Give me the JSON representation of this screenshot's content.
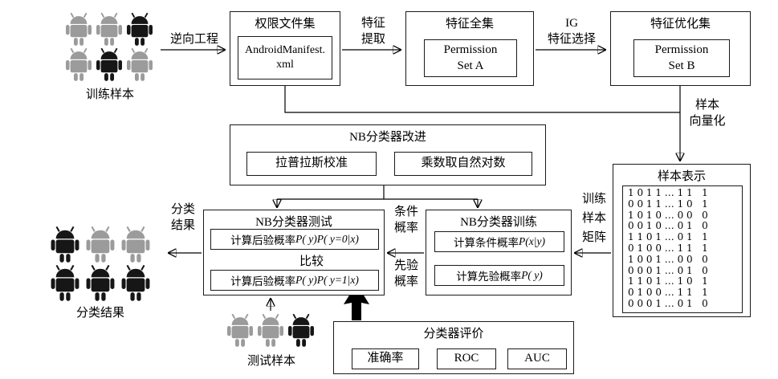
{
  "colors": {
    "android_gray": "#9b9b9b",
    "android_black": "#161616",
    "line": "#000000"
  },
  "clusters": {
    "train": {
      "label": "训练样本",
      "rows": [
        [
          "gray",
          "gray",
          "black"
        ],
        [
          "gray",
          "black",
          "gray"
        ]
      ]
    },
    "result": {
      "label": "分类结果",
      "rows": [
        [
          "black",
          "gray",
          "gray"
        ],
        [
          "black",
          "black",
          "black"
        ]
      ]
    },
    "test": {
      "label": "测试样本",
      "rows": [
        [
          "gray",
          "gray",
          "black"
        ]
      ]
    }
  },
  "top": {
    "arrow_reverse": "逆向工程",
    "permission_files": {
      "title": "权限文件集",
      "file": "AndroidManifest.\nxml"
    },
    "arrow_extract": "特征\n提取",
    "feature_full": {
      "title": "特征全集",
      "inner": "Permission\nSet A"
    },
    "arrow_ig": "IG\n特征选择",
    "feature_opt": {
      "title": "特征优化集",
      "inner": "Permission\nSet B"
    },
    "vectorize": "样本\n向量化"
  },
  "sample_repr": {
    "title": "样本表示",
    "matrix_rows": [
      "1 0 1 1 … 1 1   1",
      "0 0 1 1 … 1 0   1",
      "1 0 1 0 … 0 0   0",
      "0 0 1 0 … 0 1   0",
      "1 1 0 1 … 0 1   1",
      "0 1 0 0 … 1 1   1",
      "1 0 0 1 … 0 0   0",
      "0 0 0 1 … 0 1   0",
      "1 1 0 1 … 1 0   1",
      "0 1 0 0 … 1 1   1",
      "0 0 0 1 … 0 1   0"
    ]
  },
  "nb_improve": {
    "title": "NB分类器改进",
    "item1": "拉普拉斯校准",
    "item2": "乘数取自然对数"
  },
  "nb_test": {
    "title": "NB分类器测试",
    "row1_prefix": "计算后验概率",
    "row1_formula": "P( y)P( y=0|x)",
    "compare": "比较",
    "row2_prefix": "计算后验概率",
    "row2_formula": "P( y)P( y=1|x)"
  },
  "nb_train": {
    "title": "NB分类器训练",
    "row1_prefix": "计算条件概率",
    "row1_formula": "P(x|y)",
    "row2_prefix": "计算先验概率",
    "row2_formula": "P( y)"
  },
  "labels": {
    "train_matrix": "训练\n样本\n矩阵",
    "cond_prob": "条件\n概率",
    "prior_prob": "先验\n概率",
    "class_result": "分类\n结果"
  },
  "evaluation": {
    "title": "分类器评价",
    "items": [
      "准确率",
      "ROC",
      "AUC"
    ]
  }
}
